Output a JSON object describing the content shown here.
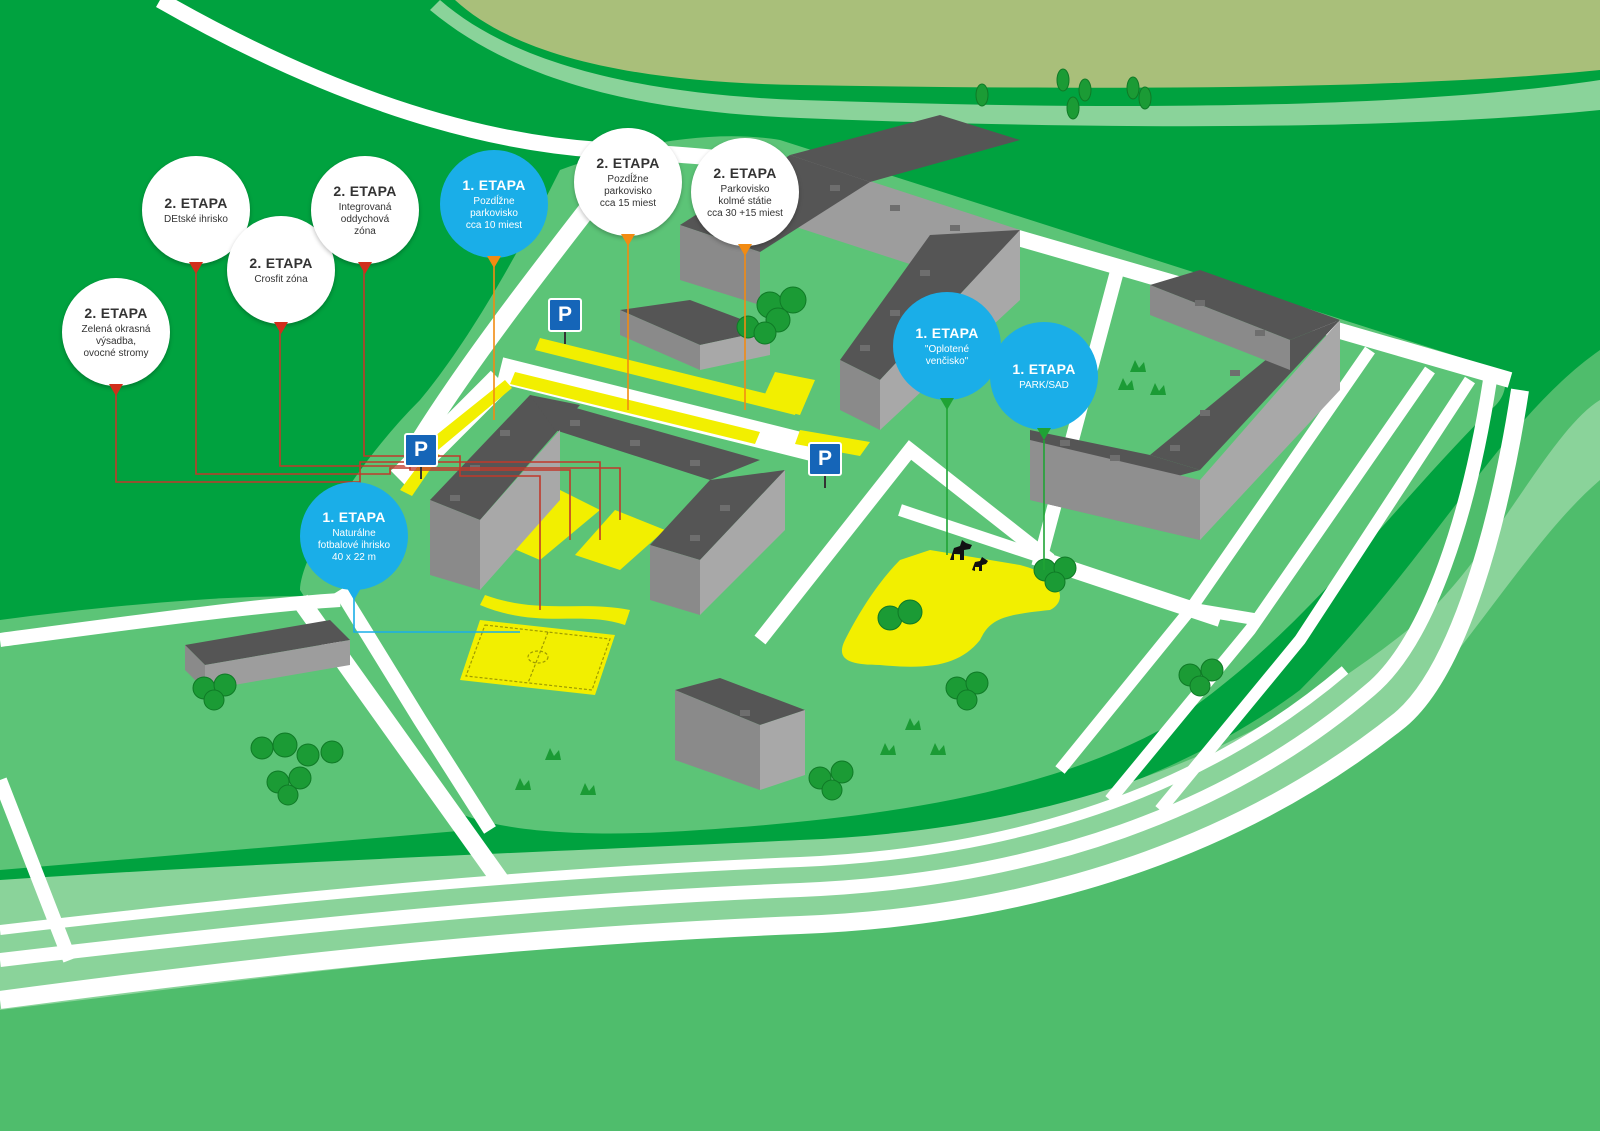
{
  "colors": {
    "stage1": "#1aaee8",
    "stage2": "#ffffff",
    "tip_red": "#d12e1c",
    "tip_orange": "#f28b12",
    "tip_green": "#1fa335",
    "line_red": "#c0392b",
    "line_orange": "#f28b12",
    "line_green": "#1fa335",
    "line_blue": "#1aaee8",
    "grass_dark": "#00a23f",
    "grass_mid": "#4fbd6c",
    "grass_light": "#8ad39a",
    "road": "#ffffff",
    "building_roof": "#555555",
    "building_wall": "#9d9d9d",
    "yellow_area": "#f2ef00",
    "field": "#a9bf7a",
    "parking_sign": "#1565b8"
  },
  "parking": {
    "label": "P"
  },
  "pins": [
    {
      "id": "zelena",
      "stage": "2. ETAPA",
      "description": "Zelená okrasná\nvýsadba,\novocné stromy",
      "type": "stage2",
      "tip": "red",
      "icon": "map-pin-icon"
    },
    {
      "id": "detske",
      "stage": "2. ETAPA",
      "description": "DEtské ihrisko",
      "type": "stage2",
      "tip": "red",
      "icon": "map-pin-icon"
    },
    {
      "id": "crosfit",
      "stage": "2. ETAPA",
      "description": "Crosfit zóna",
      "type": "stage2",
      "tip": "red",
      "icon": "map-pin-icon"
    },
    {
      "id": "oddychova",
      "stage": "2. ETAPA",
      "description": "Integrovaná\noddychová\nzóna",
      "type": "stage2",
      "tip": "red",
      "icon": "map-pin-icon"
    },
    {
      "id": "parkovisko10",
      "stage": "1. ETAPA",
      "description": "Pozdĺžne\nparkovisko\ncca 10 miest",
      "type": "stage1",
      "tip": "orange",
      "icon": "map-pin-icon"
    },
    {
      "id": "parkovisko15",
      "stage": "2. ETAPA",
      "description": "Pozdĺžne\nparkovisko\ncca 15 miest",
      "type": "stage2",
      "tip": "orange",
      "icon": "map-pin-icon"
    },
    {
      "id": "kolme",
      "stage": "2. ETAPA",
      "description": "Parkovisko\nkolmé státie\ncca 30 +15 miest",
      "type": "stage2",
      "tip": "orange",
      "icon": "map-pin-icon"
    },
    {
      "id": "fotbal",
      "stage": "1. ETAPA",
      "description": "Naturálne\nfotbalové ihrisko\n40 x 22 m",
      "type": "stage1",
      "tip": "blue",
      "icon": "map-pin-icon"
    },
    {
      "id": "vencisko",
      "stage": "1. ETAPA",
      "description": "\"Oplotené\nvenčisko\"",
      "type": "stage1",
      "tip": "green",
      "icon": "map-pin-icon"
    },
    {
      "id": "park",
      "stage": "1. ETAPA",
      "description": "PARK/SAD",
      "type": "stage1",
      "tip": "green",
      "icon": "map-pin-icon"
    }
  ]
}
